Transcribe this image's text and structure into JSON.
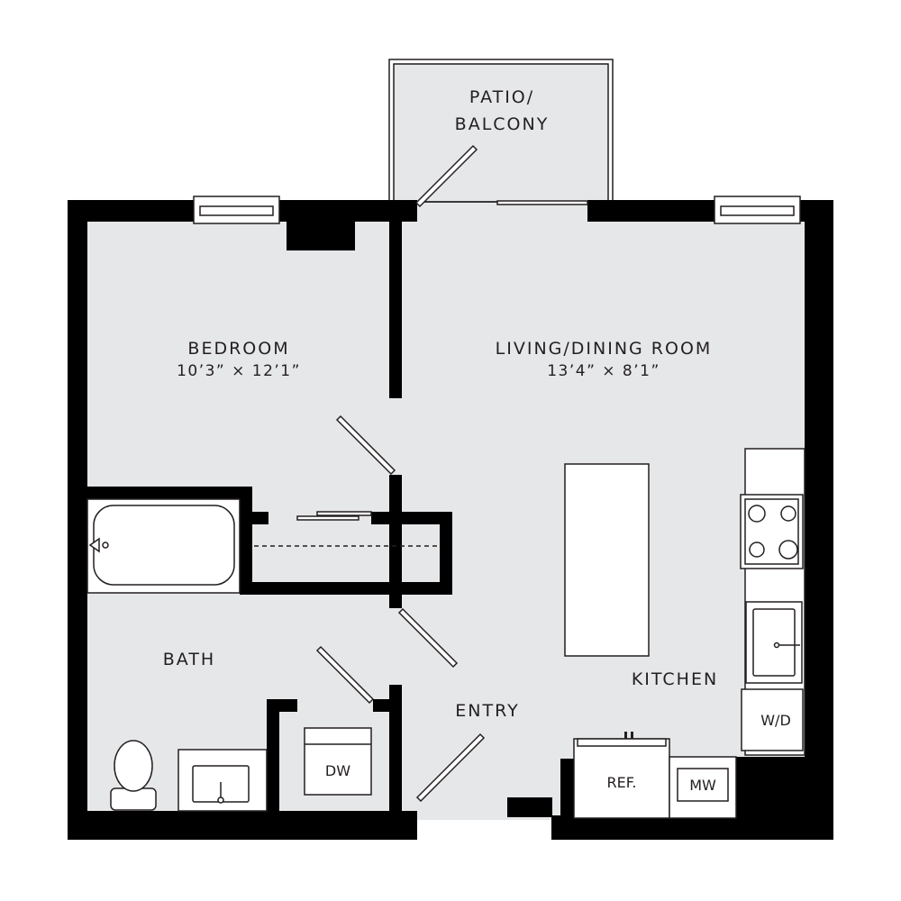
{
  "rooms": {
    "patio": {
      "line1": "PATIO/",
      "line2": "BALCONY"
    },
    "bedroom": {
      "name": "BEDROOM",
      "dimensions": "10’3” × 12’1”"
    },
    "living": {
      "name": "LIVING/DINING ROOM",
      "dimensions": "13’4” × 8’1”"
    },
    "bath": {
      "name": "BATH"
    },
    "entry": {
      "name": "ENTRY"
    },
    "kitchen": {
      "name": "KITCHEN"
    }
  },
  "appliances": {
    "washer_dryer": "W/D",
    "dishwasher": "DW",
    "refrigerator": "REF.",
    "microwave": "MW"
  },
  "colors": {
    "wall": "#000000",
    "floor": "#e6e7e9",
    "fixture": "#ffffff",
    "text": "#231f20"
  }
}
